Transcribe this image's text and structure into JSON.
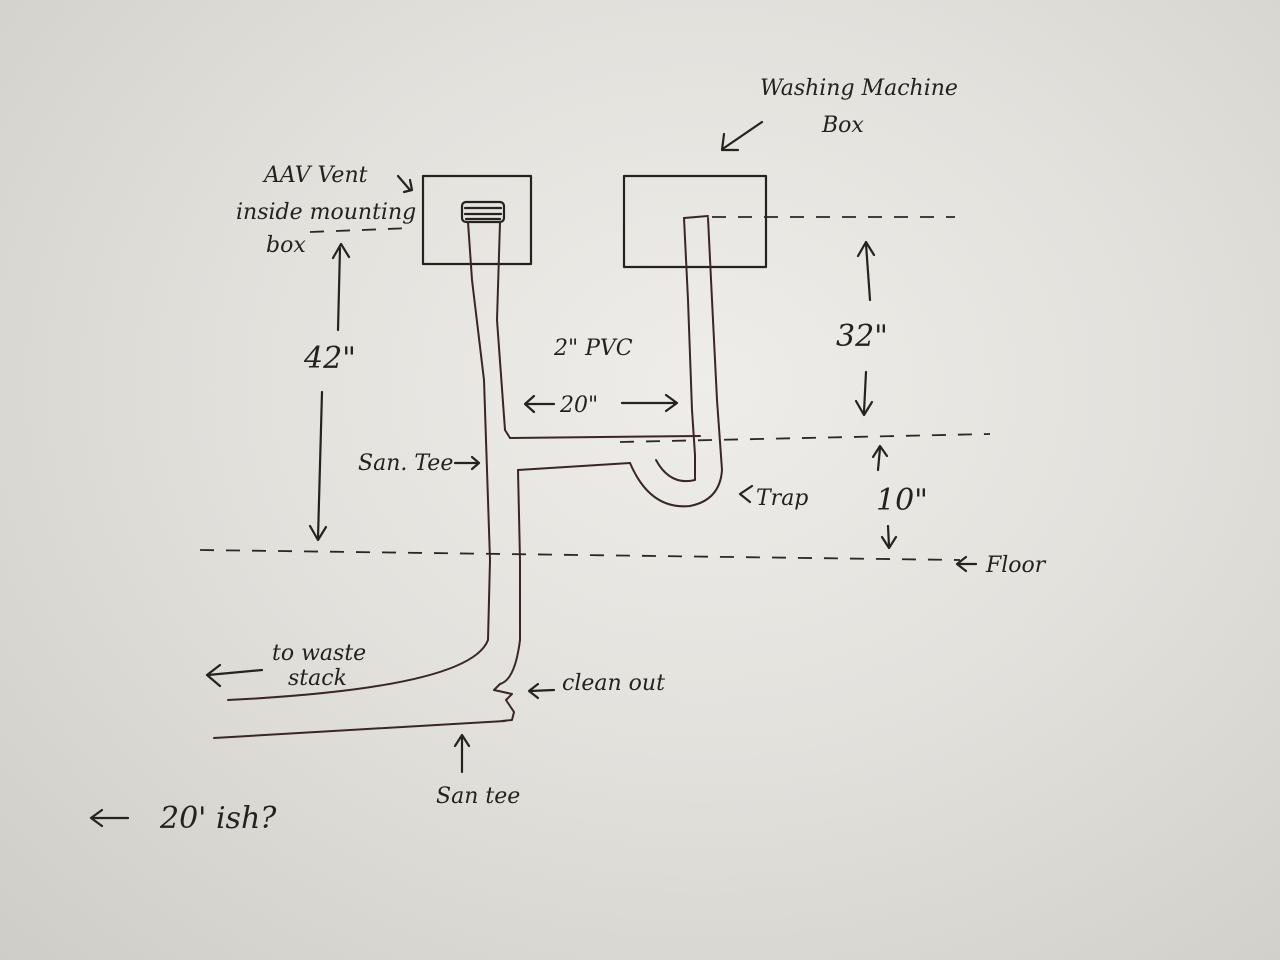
{
  "labels": {
    "washing_machine_line1": "Washing Machine",
    "washing_machine_line2": "Box",
    "aav_line1": "AAV Vent",
    "aav_line2": "inside mounting",
    "aav_line3": "box",
    "pipe_size": "2\" PVC",
    "horizontal_run": "20\"",
    "vent_height": "42\"",
    "box_height": "32\"",
    "trap_height": "10\"",
    "san_tee_upper": "San. Tee",
    "trap": "Trap",
    "floor": "Floor",
    "to_waste_line1": "to waste",
    "to_waste_line2": "stack",
    "clean_out": "clean out",
    "san_tee_lower": "San tee",
    "distance_note": "20' ish?"
  }
}
